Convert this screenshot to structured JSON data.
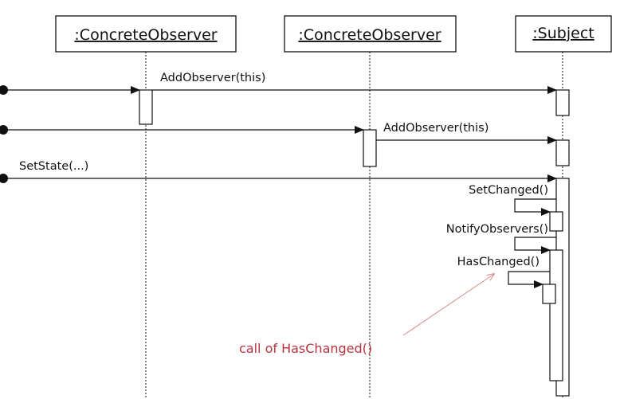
{
  "participants": {
    "observer_a": ":ConcreteObserver",
    "observer_b": ":ConcreteObserver",
    "subject": ":Subject"
  },
  "messages": {
    "add_observer_1": "AddObserver(this)",
    "add_observer_2": "AddObserver(this)",
    "set_state": "SetState(...)",
    "set_changed": "SetChanged()",
    "notify_observers": "NotifyObservers()",
    "has_changed": "HasChanged()"
  },
  "annotation": {
    "text": "call of HasChanged()"
  },
  "colors": {
    "line": "#111111",
    "annotation_text": "#b5333d",
    "annotation_arrow": "#d98a8a"
  }
}
